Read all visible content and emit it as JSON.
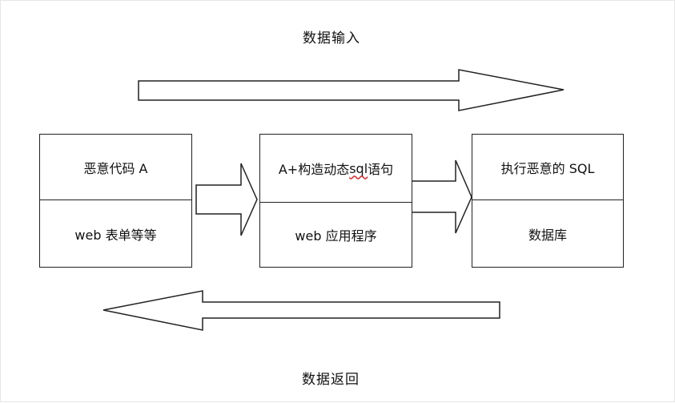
{
  "captions": {
    "input": "数据输入",
    "return": "数据返回"
  },
  "boxes": [
    {
      "top": "恶意代码 A",
      "bottom": "web 表单等等"
    },
    {
      "top_prefix": "A+构造动态",
      "top_sql": "sql",
      "top_suffix": "语句",
      "bottom": "web 应用程序"
    },
    {
      "top": "执行恶意的 SQL",
      "bottom": "数据库"
    }
  ],
  "colors": {
    "stroke": "#222222",
    "spellcheck": "#dd3333"
  }
}
